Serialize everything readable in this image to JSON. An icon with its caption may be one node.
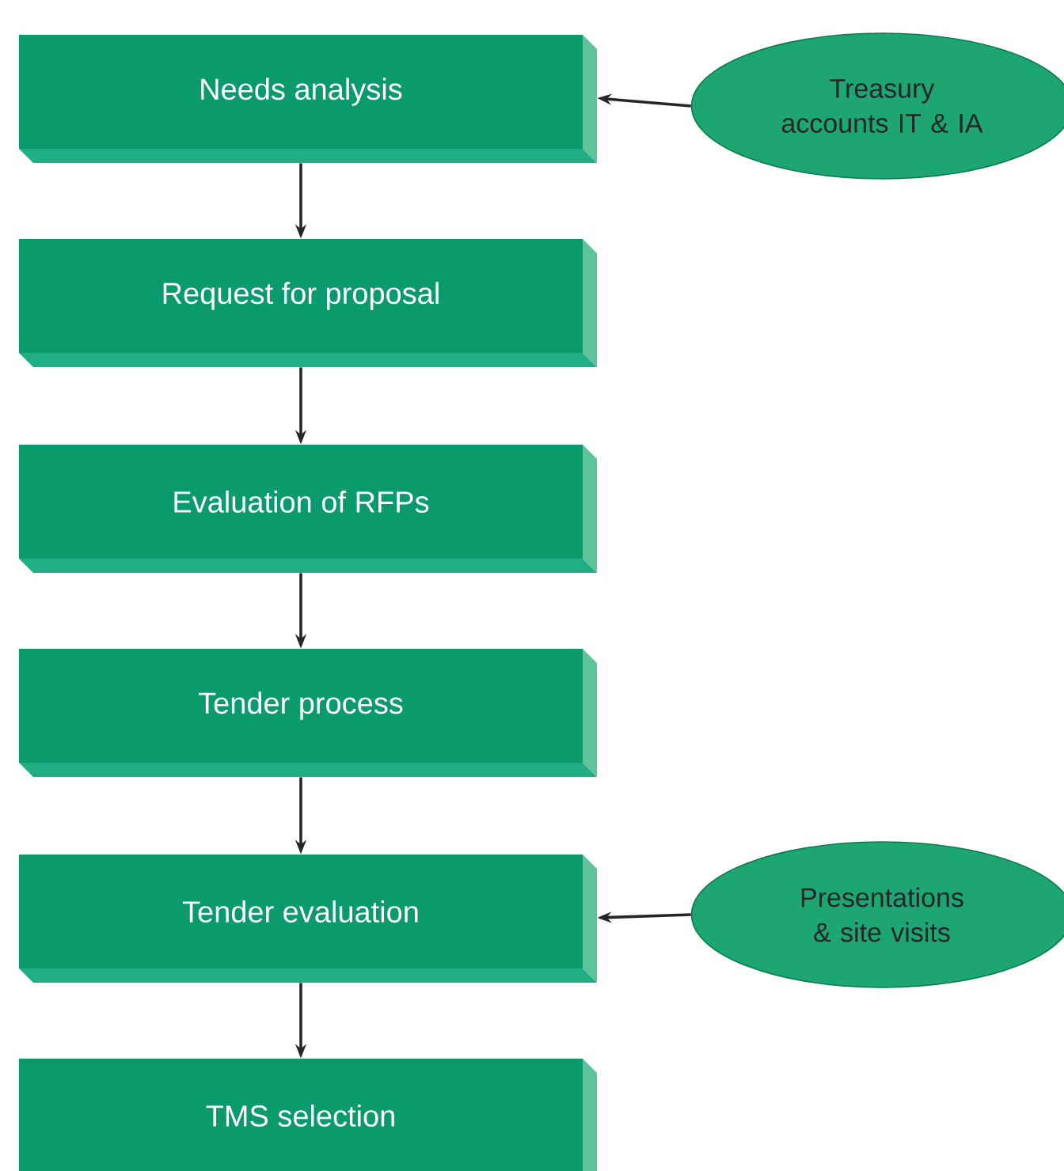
{
  "diagram": {
    "nodes": [
      {
        "text": [
          "Needs analysis"
        ]
      },
      {
        "text": [
          "Request for proposal"
        ]
      },
      {
        "text": [
          "Evaluation of RFPs"
        ]
      },
      {
        "text": [
          "Tender process"
        ]
      },
      {
        "text": [
          "Tender evaluation"
        ]
      },
      {
        "text": [
          "TMS selection"
        ]
      },
      {
        "text": [
          "Treasury accounts IT & IA"
        ]
      },
      {
        "text": [
          "Presentations & site visits"
        ]
      }
    ],
    "edges": [
      {
        "from": 0,
        "to": 1,
        "arrow": "to"
      },
      {
        "from": 1,
        "to": 2,
        "arrow": "to"
      },
      {
        "from": 2,
        "to": 3,
        "arrow": "to"
      },
      {
        "from": 3,
        "to": 4,
        "arrow": "to"
      },
      {
        "from": 4,
        "to": 5,
        "arrow": "to"
      },
      {
        "from": 6,
        "to": 0,
        "arrow": "to"
      },
      {
        "from": 7,
        "to": 4,
        "arrow": "to"
      }
    ]
  }
}
